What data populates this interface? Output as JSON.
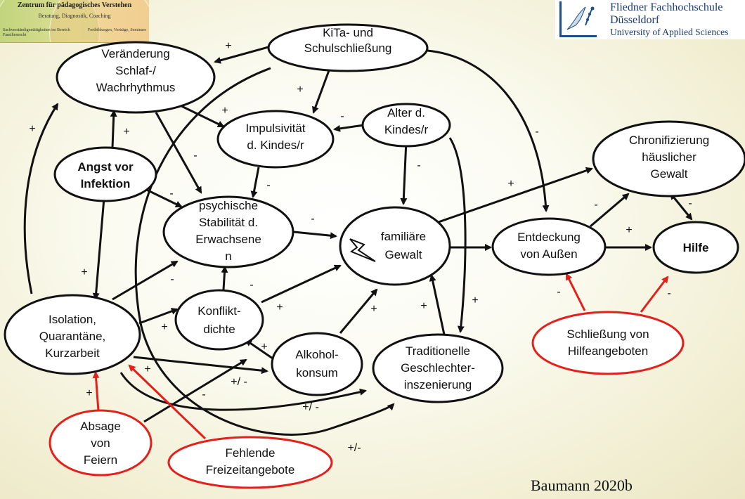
{
  "logos": {
    "left": {
      "title": "Zentrum für pädagogisches Verstehen",
      "subtitle": "Beratung, Diagnostik, Coaching",
      "left_note": "Sachverständigentätigkeiten im Bereich Familienrecht",
      "right_note": "Fortbildungen, Vorträge, Seminare"
    },
    "right": {
      "line1": "Fliedner Fachhochschule",
      "line2": "Düsseldorf",
      "line3": "University of Applied Sciences"
    }
  },
  "citation": "Baumann 2020b",
  "nodes": {
    "kita": [
      "KiTa- und",
      "Schulschließung"
    ],
    "schlaf": [
      "Veränderung",
      "Schlaf-/",
      "Wachrhythmus"
    ],
    "impuls": [
      "Impulsivität",
      "d. Kindes/r"
    ],
    "alter": [
      "Alter d.",
      "Kindes/r"
    ],
    "chron": [
      "Chronifizierung",
      "häuslicher",
      "Gewalt"
    ],
    "angst": [
      "Angst vor",
      "Infektion"
    ],
    "psych": [
      "psychische",
      "Stabilität d.",
      "Erwachsene",
      "n"
    ],
    "gewalt": [
      "familiäre",
      "Gewalt"
    ],
    "entdeck": [
      "Entdeckung",
      "von Außen"
    ],
    "hilfe": [
      "Hilfe"
    ],
    "isol": [
      "Isolation,",
      "Quarantäne,",
      "Kurzarbeit"
    ],
    "konflikt": [
      "Konflikt-",
      "dichte"
    ],
    "alkohol": [
      "Alkohol-",
      "konsum"
    ],
    "trad": [
      "Traditionelle",
      "Geschlechter-",
      "inszenierung"
    ],
    "schliess": [
      "Schließung von",
      "Hilfeangeboten"
    ],
    "absage": [
      "Absage",
      "von",
      "Feiern"
    ],
    "freizeit": [
      "Fehlende",
      "Freizeitangebote"
    ]
  },
  "signs": {
    "kita_schlaf": "+",
    "kita_impuls": "+",
    "kita_entdeck": "-",
    "alter_impuls": "-",
    "alter_gewalt": "-",
    "alter_trad": "+",
    "angst_schlaf": "+",
    "angst_psych": "-",
    "isol_schlaf": "+",
    "schlaf_impuls": "+",
    "schlaf_psych": "-",
    "impuls_psych": "-",
    "psych_gewalt": "-",
    "isol_psych": "-",
    "isol_konflikt": "+",
    "angst_isol": "+",
    "konflikt_psych": "-",
    "konflikt_gewalt": "+",
    "alkohol_konflikt": "+",
    "alkohol_gewalt": "+",
    "isol_alkohol": "+/ -",
    "isol_trad": "+/ -",
    "kita_trad": "+/-",
    "trad_gewalt": "+",
    "gewalt_chron": "+",
    "entdeck_chron": "-",
    "chron_hilfe": "-",
    "entdeck_hilfe": "+",
    "schliess_entdeck": "-",
    "schliess_hilfe": "-",
    "absage_isol": "+",
    "absage_alkohol": "-",
    "freizeit_isol": "+"
  }
}
